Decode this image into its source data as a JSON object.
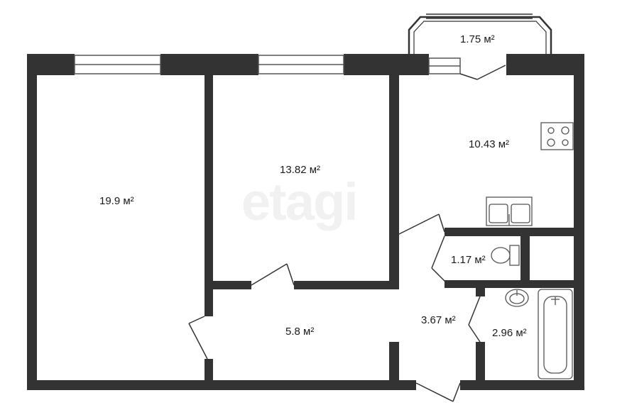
{
  "plan": {
    "watermark": "etagi",
    "rooms": [
      {
        "id": "room-1",
        "area": "19.9 м²"
      },
      {
        "id": "room-2",
        "area": "13.82 м²"
      },
      {
        "id": "kitchen",
        "area": "10.43 м²"
      },
      {
        "id": "balcony",
        "area": "1.75 м²"
      },
      {
        "id": "toilet",
        "area": "1.17 м²"
      },
      {
        "id": "corridor",
        "area": "5.8 м²"
      },
      {
        "id": "hall",
        "area": "3.67 м²"
      },
      {
        "id": "bathroom",
        "area": "2.96 м²"
      }
    ]
  },
  "colors": {
    "wall": "#333333",
    "fixture": "#555555"
  }
}
